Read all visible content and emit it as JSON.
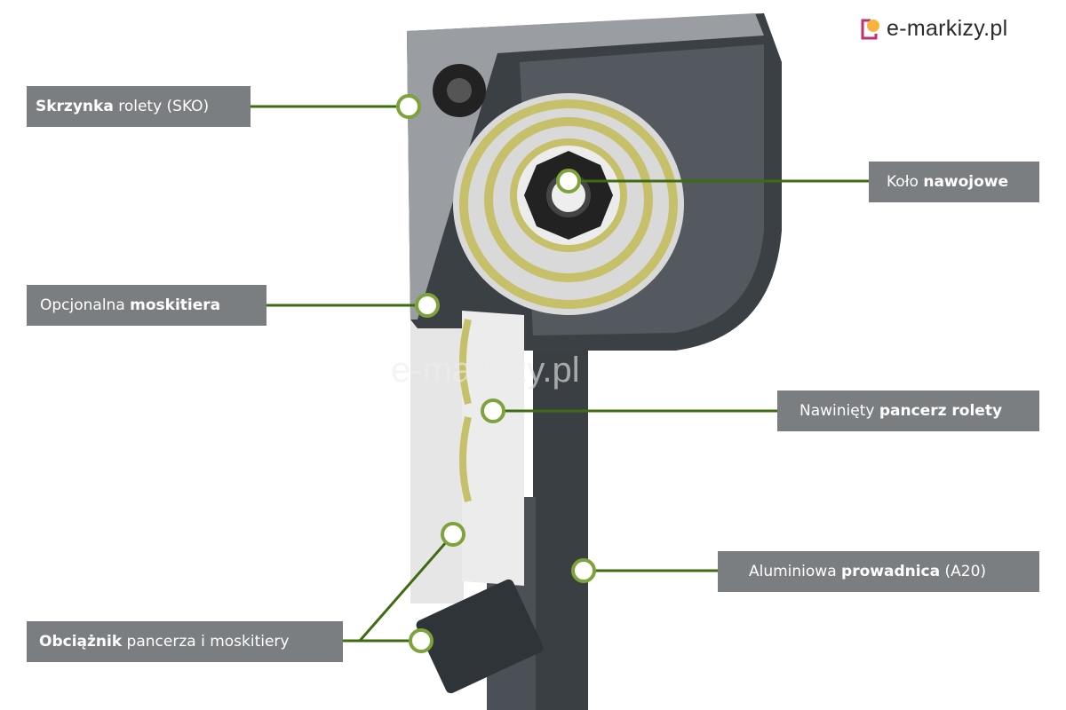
{
  "brand": {
    "logo_text": "e-markizy.pl",
    "watermark": "e-markizy.pl"
  },
  "colors": {
    "label_bg": "#7b7e81",
    "line": "#3f6b12",
    "dot_ring": "#7da33a",
    "housing": "#3b4045"
  },
  "labels": {
    "skrzynka": {
      "bold": "Skrzynka",
      "rest": " rolety (SKO)"
    },
    "kolo": {
      "pre": "Koło ",
      "bold": "nawojowe"
    },
    "moskitiera": {
      "pre": "Opcjonalna ",
      "bold": "moskitiera"
    },
    "pancerz": {
      "pre": "Nawinięty ",
      "bold": "pancerz rolety"
    },
    "prowadnica": {
      "pre": "Aluminiowa ",
      "bold": "prowadnica",
      "post": " (A20)"
    },
    "obciaznik": {
      "bold": "Obciążnik",
      "rest": " pancerza i moskitiery"
    }
  }
}
